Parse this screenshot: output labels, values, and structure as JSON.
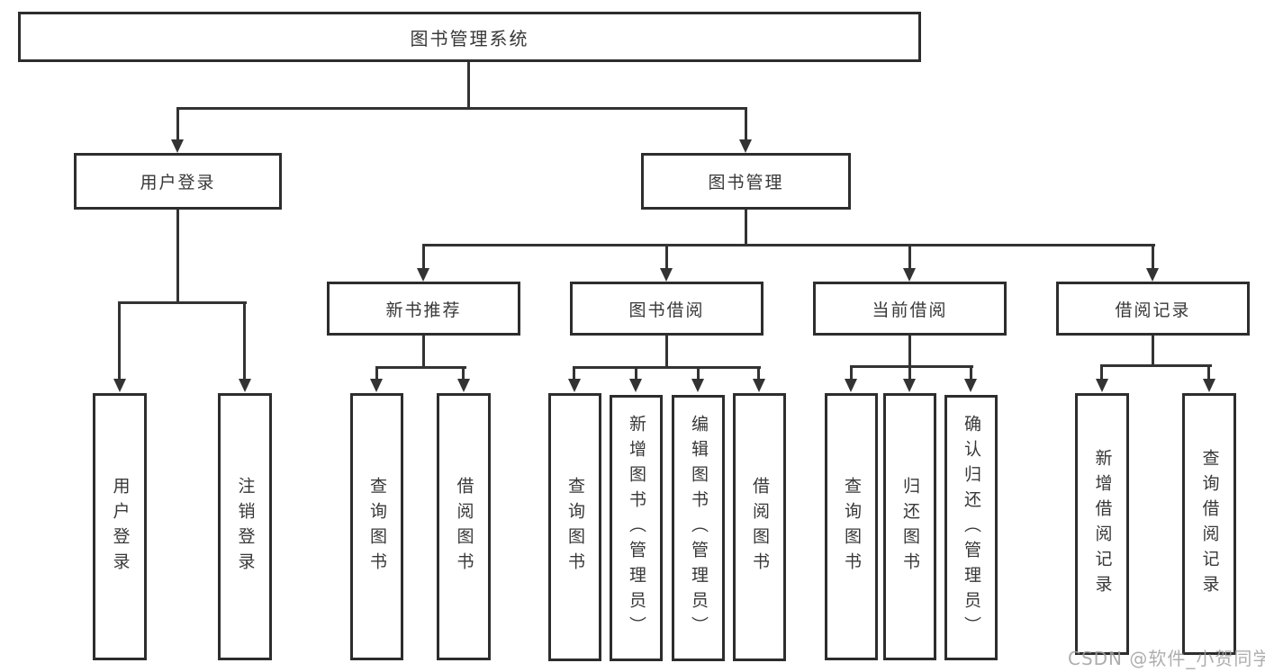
{
  "tree": {
    "label": "图书管理系统",
    "children": [
      {
        "label": "用户登录",
        "children": [
          {
            "label": "用户登录"
          },
          {
            "label": "注销登录"
          }
        ]
      },
      {
        "label": "图书管理",
        "children": [
          {
            "label": "新书推荐",
            "children": [
              {
                "label": "查询图书"
              },
              {
                "label": "借阅图书"
              }
            ]
          },
          {
            "label": "图书借阅",
            "children": [
              {
                "label": "查询图书"
              },
              {
                "label": "新增图书（管理员）"
              },
              {
                "label": "编辑图书（管理员）"
              },
              {
                "label": "借阅图书"
              }
            ]
          },
          {
            "label": "当前借阅",
            "children": [
              {
                "label": "查询图书"
              },
              {
                "label": "归还图书"
              },
              {
                "label": "确认归还（管理员）"
              }
            ]
          },
          {
            "label": "借阅记录",
            "children": [
              {
                "label": "新增借阅记录"
              },
              {
                "label": "查询借阅记录"
              }
            ]
          }
        ]
      }
    ]
  },
  "watermark": {
    "text": "CSDN @软件_小贺同学"
  },
  "colors": {
    "line": "#333333",
    "box_border": "#2d2d2d",
    "box_bg": "#ffffff",
    "text": "#383838",
    "watermark": "#a0a0a0"
  }
}
